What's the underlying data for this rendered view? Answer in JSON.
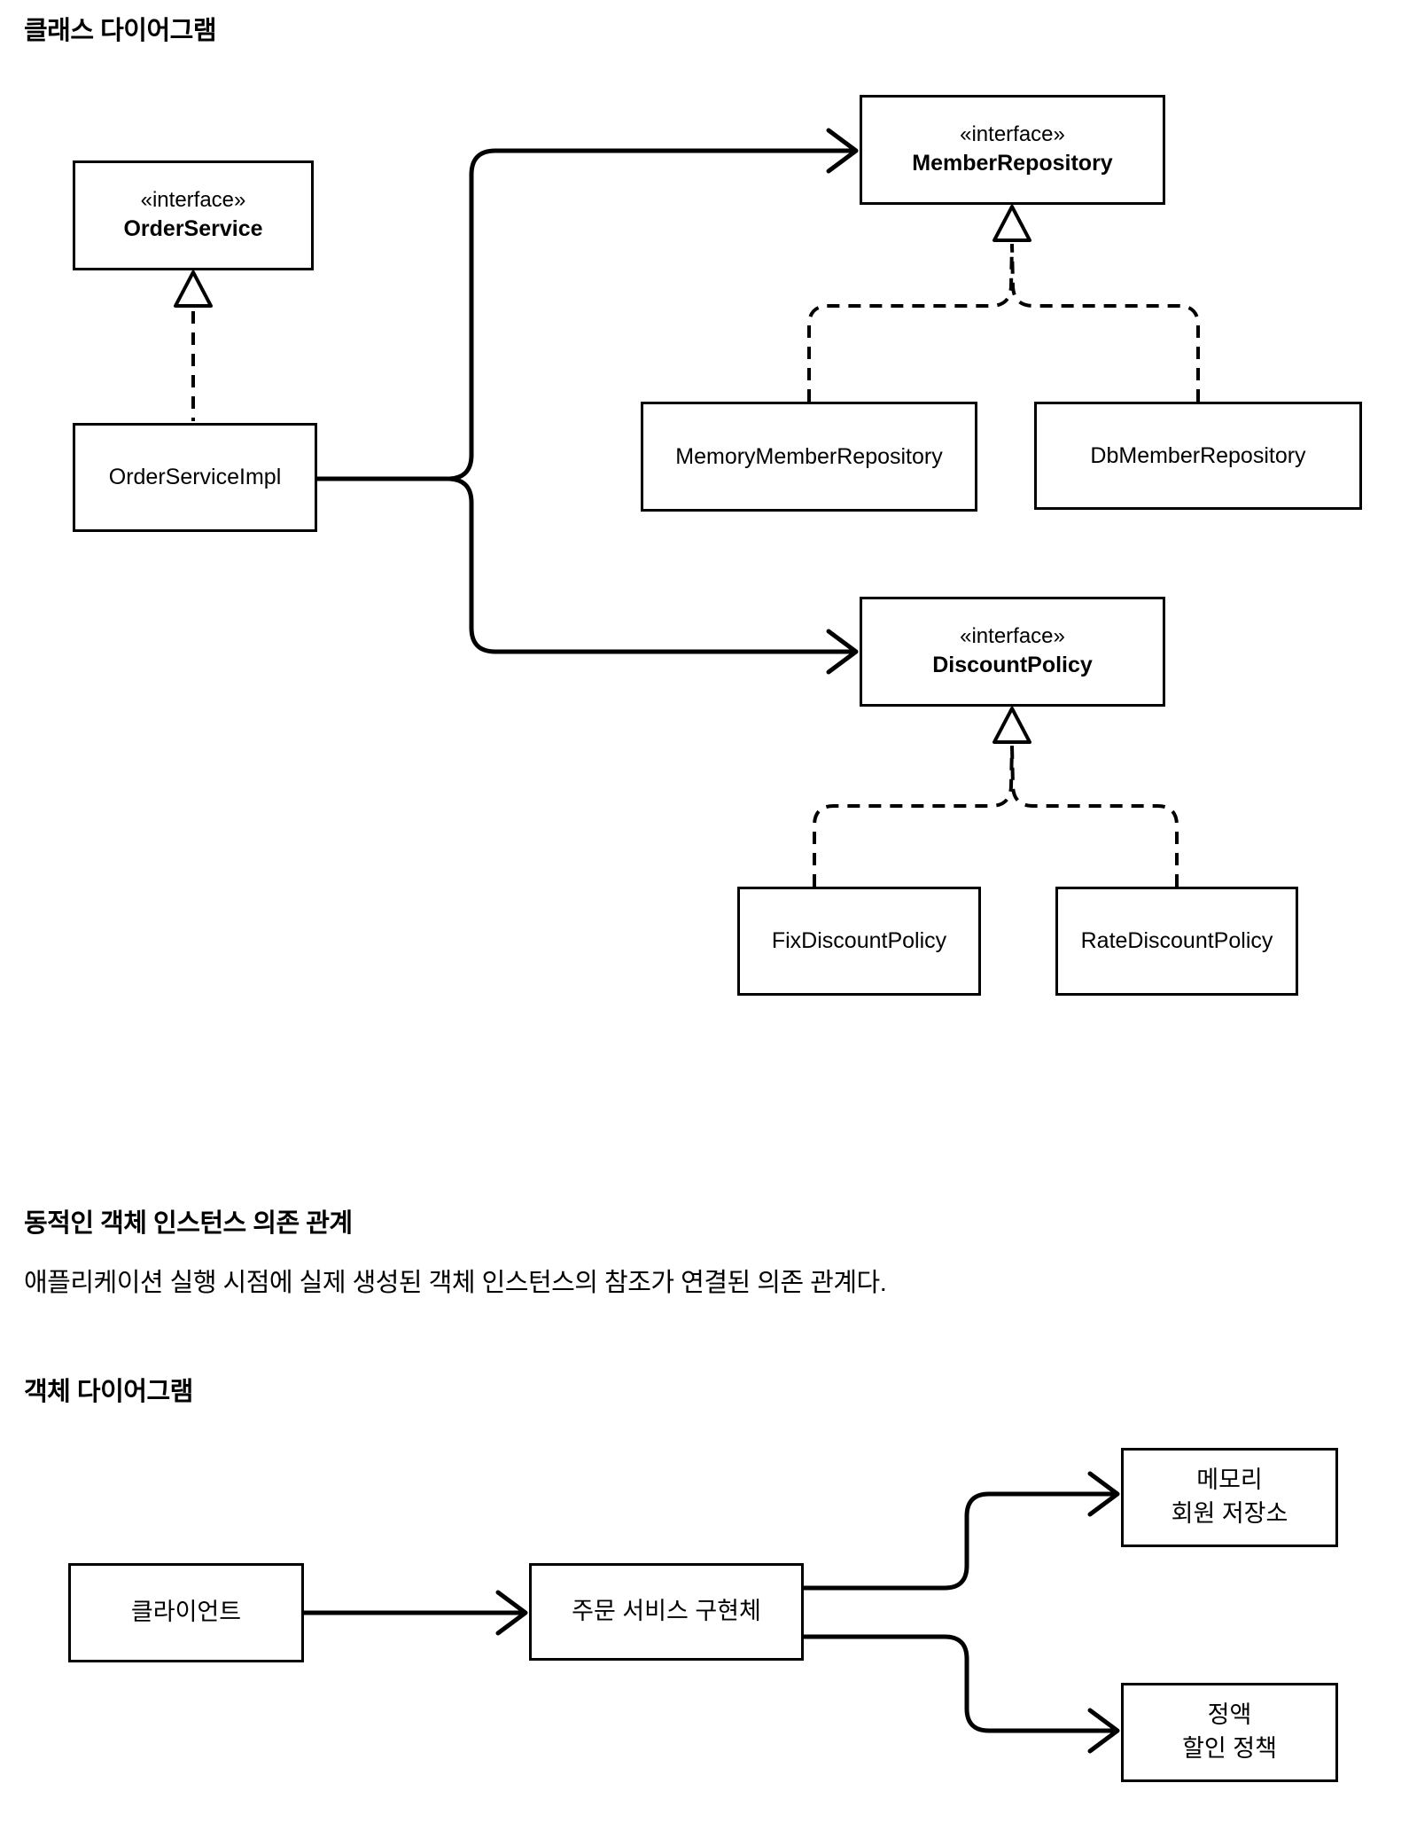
{
  "page": {
    "title": "클래스 다이어그램",
    "section2_heading": "동적인 객체 인스턴스 의존 관계",
    "section2_body": "애플리케이션 실행 시점에 실제 생성된 객체 인스턴스의 참조가 연결된 의존 관계다.",
    "section3_heading": "객체 다이어그램"
  },
  "colors": {
    "line": "#000000",
    "background": "#ffffff"
  },
  "class_diagram": {
    "nodes": {
      "order_service": {
        "stereotype": "«interface»",
        "name": "OrderService"
      },
      "order_service_impl": {
        "name": "OrderServiceImpl"
      },
      "member_repository": {
        "stereotype": "«interface»",
        "name": "MemberRepository"
      },
      "memory_member_repository": {
        "name": "MemoryMemberRepository"
      },
      "db_member_repository": {
        "name": "DbMemberRepository"
      },
      "discount_policy": {
        "stereotype": "«interface»",
        "name": "DiscountPolicy"
      },
      "fix_discount_policy": {
        "name": "FixDiscountPolicy"
      },
      "rate_discount_policy": {
        "name": "RateDiscountPolicy"
      }
    },
    "relations": [
      {
        "from": "OrderServiceImpl",
        "to": "OrderService",
        "type": "realization-dashed-hollow-triangle"
      },
      {
        "from": "OrderServiceImpl",
        "to": "MemberRepository",
        "type": "dependency-solid-open-arrow"
      },
      {
        "from": "OrderServiceImpl",
        "to": "DiscountPolicy",
        "type": "dependency-solid-open-arrow"
      },
      {
        "from": "MemoryMemberRepository",
        "to": "MemberRepository",
        "type": "realization-dashed-hollow-triangle"
      },
      {
        "from": "DbMemberRepository",
        "to": "MemberRepository",
        "type": "realization-dashed-hollow-triangle"
      },
      {
        "from": "FixDiscountPolicy",
        "to": "DiscountPolicy",
        "type": "realization-dashed-hollow-triangle"
      },
      {
        "from": "RateDiscountPolicy",
        "to": "DiscountPolicy",
        "type": "realization-dashed-hollow-triangle"
      }
    ]
  },
  "object_diagram": {
    "nodes": {
      "client": {
        "name": "클라이언트"
      },
      "order_service_impl_instance": {
        "name": "주문 서비스 구현체"
      },
      "memory_member_repository_instance": {
        "line1": "메모리",
        "line2": "회원 저장소"
      },
      "fix_discount_policy_instance": {
        "line1": "정액",
        "line2": "할인 정책"
      }
    },
    "relations": [
      {
        "from": "클라이언트",
        "to": "주문 서비스 구현체",
        "type": "dependency-solid-open-arrow"
      },
      {
        "from": "주문 서비스 구현체",
        "to": "메모리 회원 저장소",
        "type": "dependency-solid-open-arrow"
      },
      {
        "from": "주문 서비스 구현체",
        "to": "정액 할인 정책",
        "type": "dependency-solid-open-arrow"
      }
    ]
  }
}
